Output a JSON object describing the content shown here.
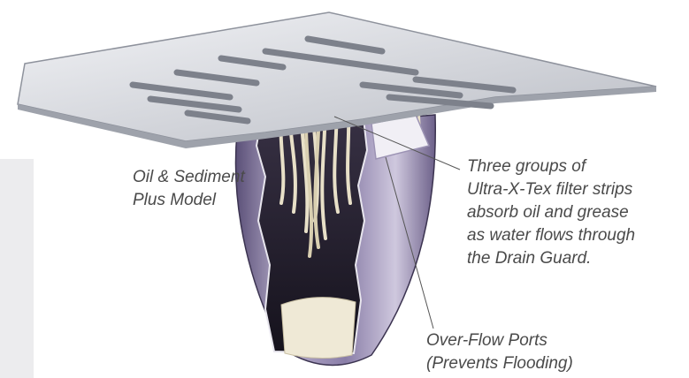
{
  "labels": {
    "model_line1": "Oil & Sediment",
    "model_line2": "Plus Model",
    "filter_line1": "Three groups of",
    "filter_line2": "Ultra-X-Tex filter strips",
    "filter_line3": "absorb oil and grease",
    "filter_line4": "as water flows through",
    "filter_line5": "the Drain Guard.",
    "port_line1": "Over-Flow Ports",
    "port_line2": "(Prevents Flooding)"
  },
  "colors": {
    "body_purple": "#8a7ea8",
    "body_dark": "#2a2535",
    "grate_silver": "#d9dbe0",
    "filter_cream": "#e8e0c8",
    "sediment": "#efe9d6",
    "text": "#4a4a4a",
    "side_panel": "#ececee"
  }
}
